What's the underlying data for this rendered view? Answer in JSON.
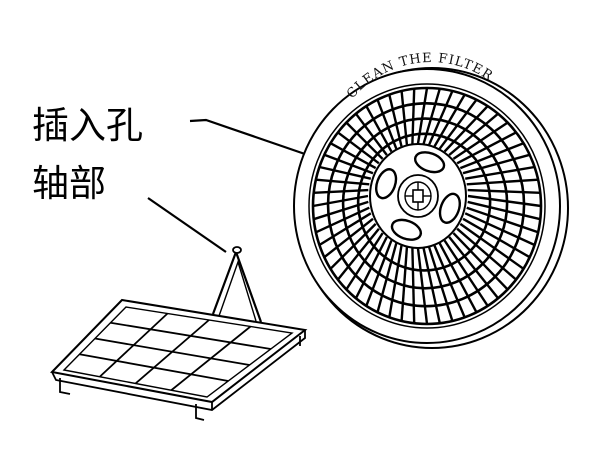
{
  "labels": {
    "insertion_hole": "插入孔",
    "shaft": "轴部"
  },
  "filter": {
    "rim_text": "CLEAN THE FILTER"
  },
  "colors": {
    "line": "#000000",
    "background": "#ffffff"
  }
}
